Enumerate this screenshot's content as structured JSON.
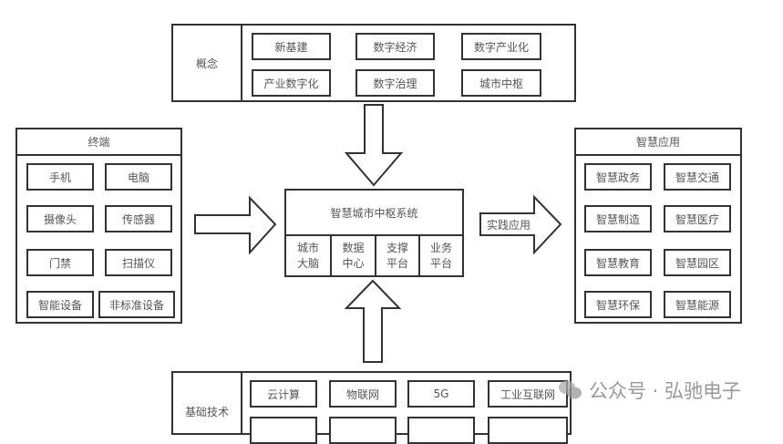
{
  "concept": {
    "label": "概念",
    "items": [
      "新基建",
      "数字经济",
      "数字产业化",
      "产业数字化",
      "数字治理",
      "城市中枢"
    ]
  },
  "terminal": {
    "title": "终端",
    "items": [
      "手机",
      "电脑",
      "摄像头",
      "传感器",
      "门禁",
      "扫描仪",
      "智能设备",
      "非标准设备"
    ]
  },
  "application": {
    "title": "智慧应用",
    "items": [
      "智慧政务",
      "智慧交通",
      "智慧制造",
      "智慧医疗",
      "智慧教育",
      "智慧园区",
      "智慧环保",
      "智慧能源"
    ]
  },
  "central": {
    "title": "智慧城市中枢系统",
    "modules": [
      "城市\n大脑",
      "数据\n中心",
      "支撑\n平台",
      "业务\n平台"
    ]
  },
  "arrows": {
    "practice_label": "实践应用"
  },
  "foundation": {
    "label": "基础技术",
    "items": [
      "云计算",
      "物联网",
      "5G",
      "工业互联网"
    ]
  },
  "watermark": {
    "text": "公众号 · 弘驰电子",
    "icon": "wechat-icon"
  }
}
